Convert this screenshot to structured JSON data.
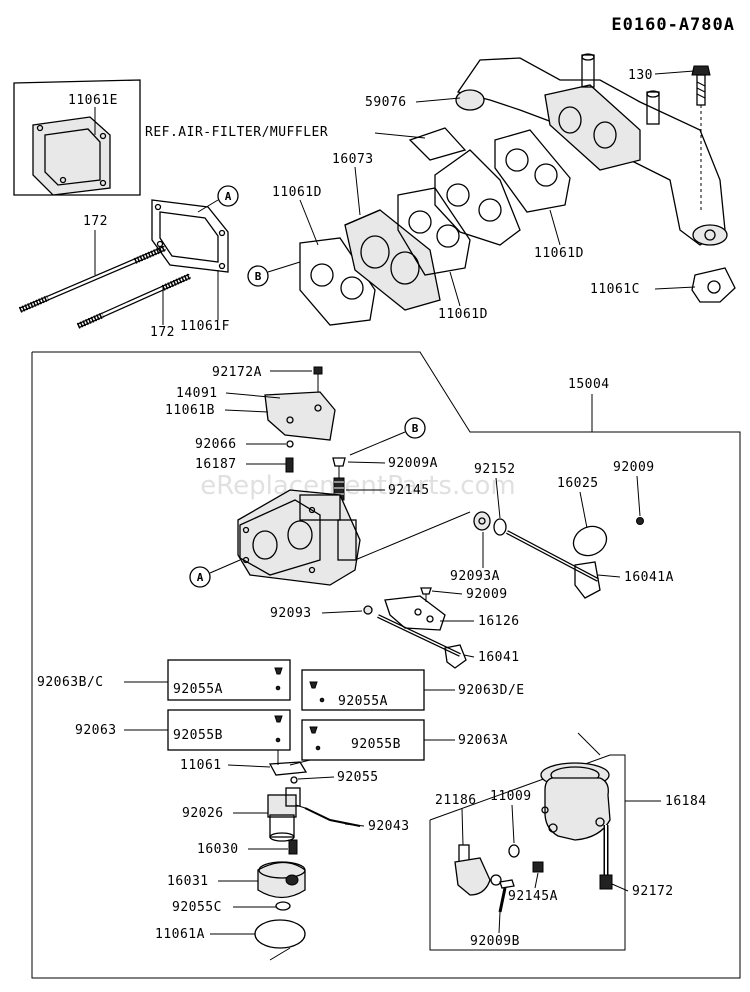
{
  "diagram_code": "E0160-A780A",
  "watermark": "eReplacementParts.com",
  "ref_note": "REF.AIR-FILTER/MUFFLER",
  "ref_markers": {
    "a": "A",
    "b": "B"
  },
  "labels": {
    "p11061E": "11061E",
    "p172a": "172",
    "p172b": "172",
    "p11061F": "11061F",
    "p11061D_a": "11061D",
    "p16073": "16073",
    "p59076": "59076",
    "p130": "130",
    "p11061D_b": "11061D",
    "p11061D_c": "11061D",
    "p11061C": "11061C",
    "p92172A": "92172A",
    "p14091": "14091",
    "p11061B": "11061B",
    "p15004": "15004",
    "p92066": "92066",
    "p16187": "16187",
    "p92009A": "92009A",
    "p92145": "92145",
    "p92152": "92152",
    "p16025": "16025",
    "p92009a": "92009",
    "p92093A": "92093A",
    "p92009b": "92009",
    "p16041A": "16041A",
    "p92093": "92093",
    "p16126": "16126",
    "p16041": "16041",
    "p92063BC": "92063B/C",
    "p92055A_a": "92055A",
    "p92055A_b": "92055A",
    "p92063DE": "92063D/E",
    "p92063": "92063",
    "p92055B_a": "92055B",
    "p92055B_b": "92055B",
    "p92063A": "92063A",
    "p11061": "11061",
    "p92055": "92055",
    "p92026": "92026",
    "p92043": "92043",
    "p16030": "16030",
    "p16031": "16031",
    "p92055C": "92055C",
    "p11061A": "11061A",
    "p21186": "21186",
    "p11009": "11009",
    "p16184": "16184",
    "p92172": "92172",
    "p92145A": "92145A",
    "p92009B": "92009B"
  }
}
